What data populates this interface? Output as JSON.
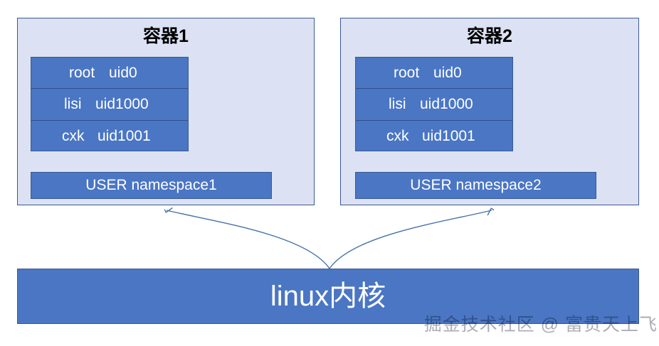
{
  "diagram": {
    "title": "linux user namespace container diagram",
    "colors": {
      "container_fill": "#dce2f3",
      "box_border": "#3a5a92",
      "accent_blue": "#4a76c4",
      "text_on_blue": "#ffffff",
      "title_text": "#000000",
      "connector": "#4472a8"
    },
    "containers": [
      {
        "title": "容器1",
        "uid_table": {
          "rows": [
            {
              "name": "root",
              "uid": "uid0"
            },
            {
              "name": "lisi",
              "uid": "uid1000"
            },
            {
              "name": "cxk",
              "uid": "uid1001"
            }
          ]
        },
        "namespace_label": "USER namespace1"
      },
      {
        "title": "容器2",
        "uid_table": {
          "rows": [
            {
              "name": "root",
              "uid": "uid0"
            },
            {
              "name": "lisi",
              "uid": "uid1000"
            },
            {
              "name": "cxk",
              "uid": "uid1001"
            }
          ]
        },
        "namespace_label": "USER namespace2"
      }
    ],
    "kernel": {
      "label": "linux内核"
    },
    "connectors": [
      {
        "name": "kernel-to-container-1",
        "from": "linux内核",
        "to": "容器1",
        "style": "curved-arrow"
      },
      {
        "name": "kernel-to-container-2",
        "from": "linux内核",
        "to": "容器2",
        "style": "curved-arrow"
      }
    ],
    "watermark": "掘金技术社区 @ 富贵天上飞"
  }
}
